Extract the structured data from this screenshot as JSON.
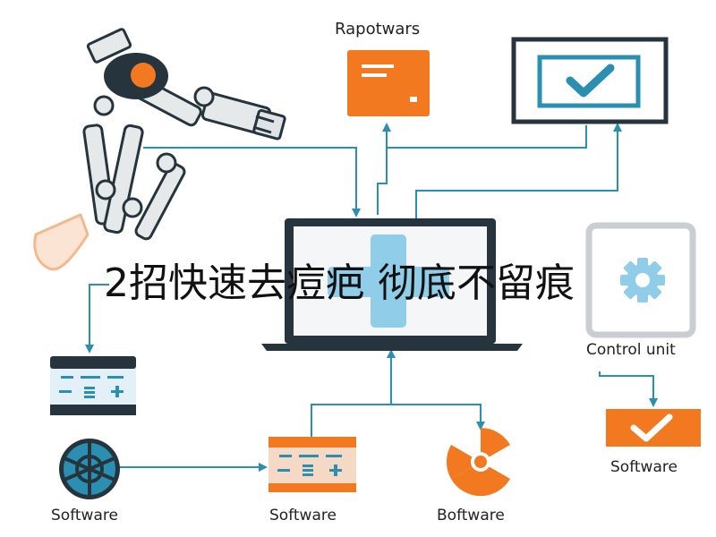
{
  "overlay_title": "2招快速去痘疤 彻底不留痕",
  "labels": {
    "top_doc": "Rapotwars",
    "control_unit": "Control unit",
    "software_left": "Software",
    "software_mid": "Software",
    "boftware": "Boftware",
    "software_right": "Software"
  },
  "colors": {
    "accent_teal": "#2a8fb0",
    "orange": "#f2791f",
    "dark": "#26343d",
    "light_blue": "#8fcde8",
    "robot_grey": "#e6e9ea"
  },
  "icons": {
    "robot": "robot-arm-icon",
    "doc": "document-icon",
    "monitor": "monitor-check-icon",
    "laptop": "laptop-icon",
    "tablet": "tablet-gear-icon",
    "panel_left": "control-panel-icon",
    "globe": "globe-icon",
    "panel_mid": "control-panel-icon",
    "radiation": "radiation-icon",
    "check_box": "checkmark-box-icon"
  }
}
